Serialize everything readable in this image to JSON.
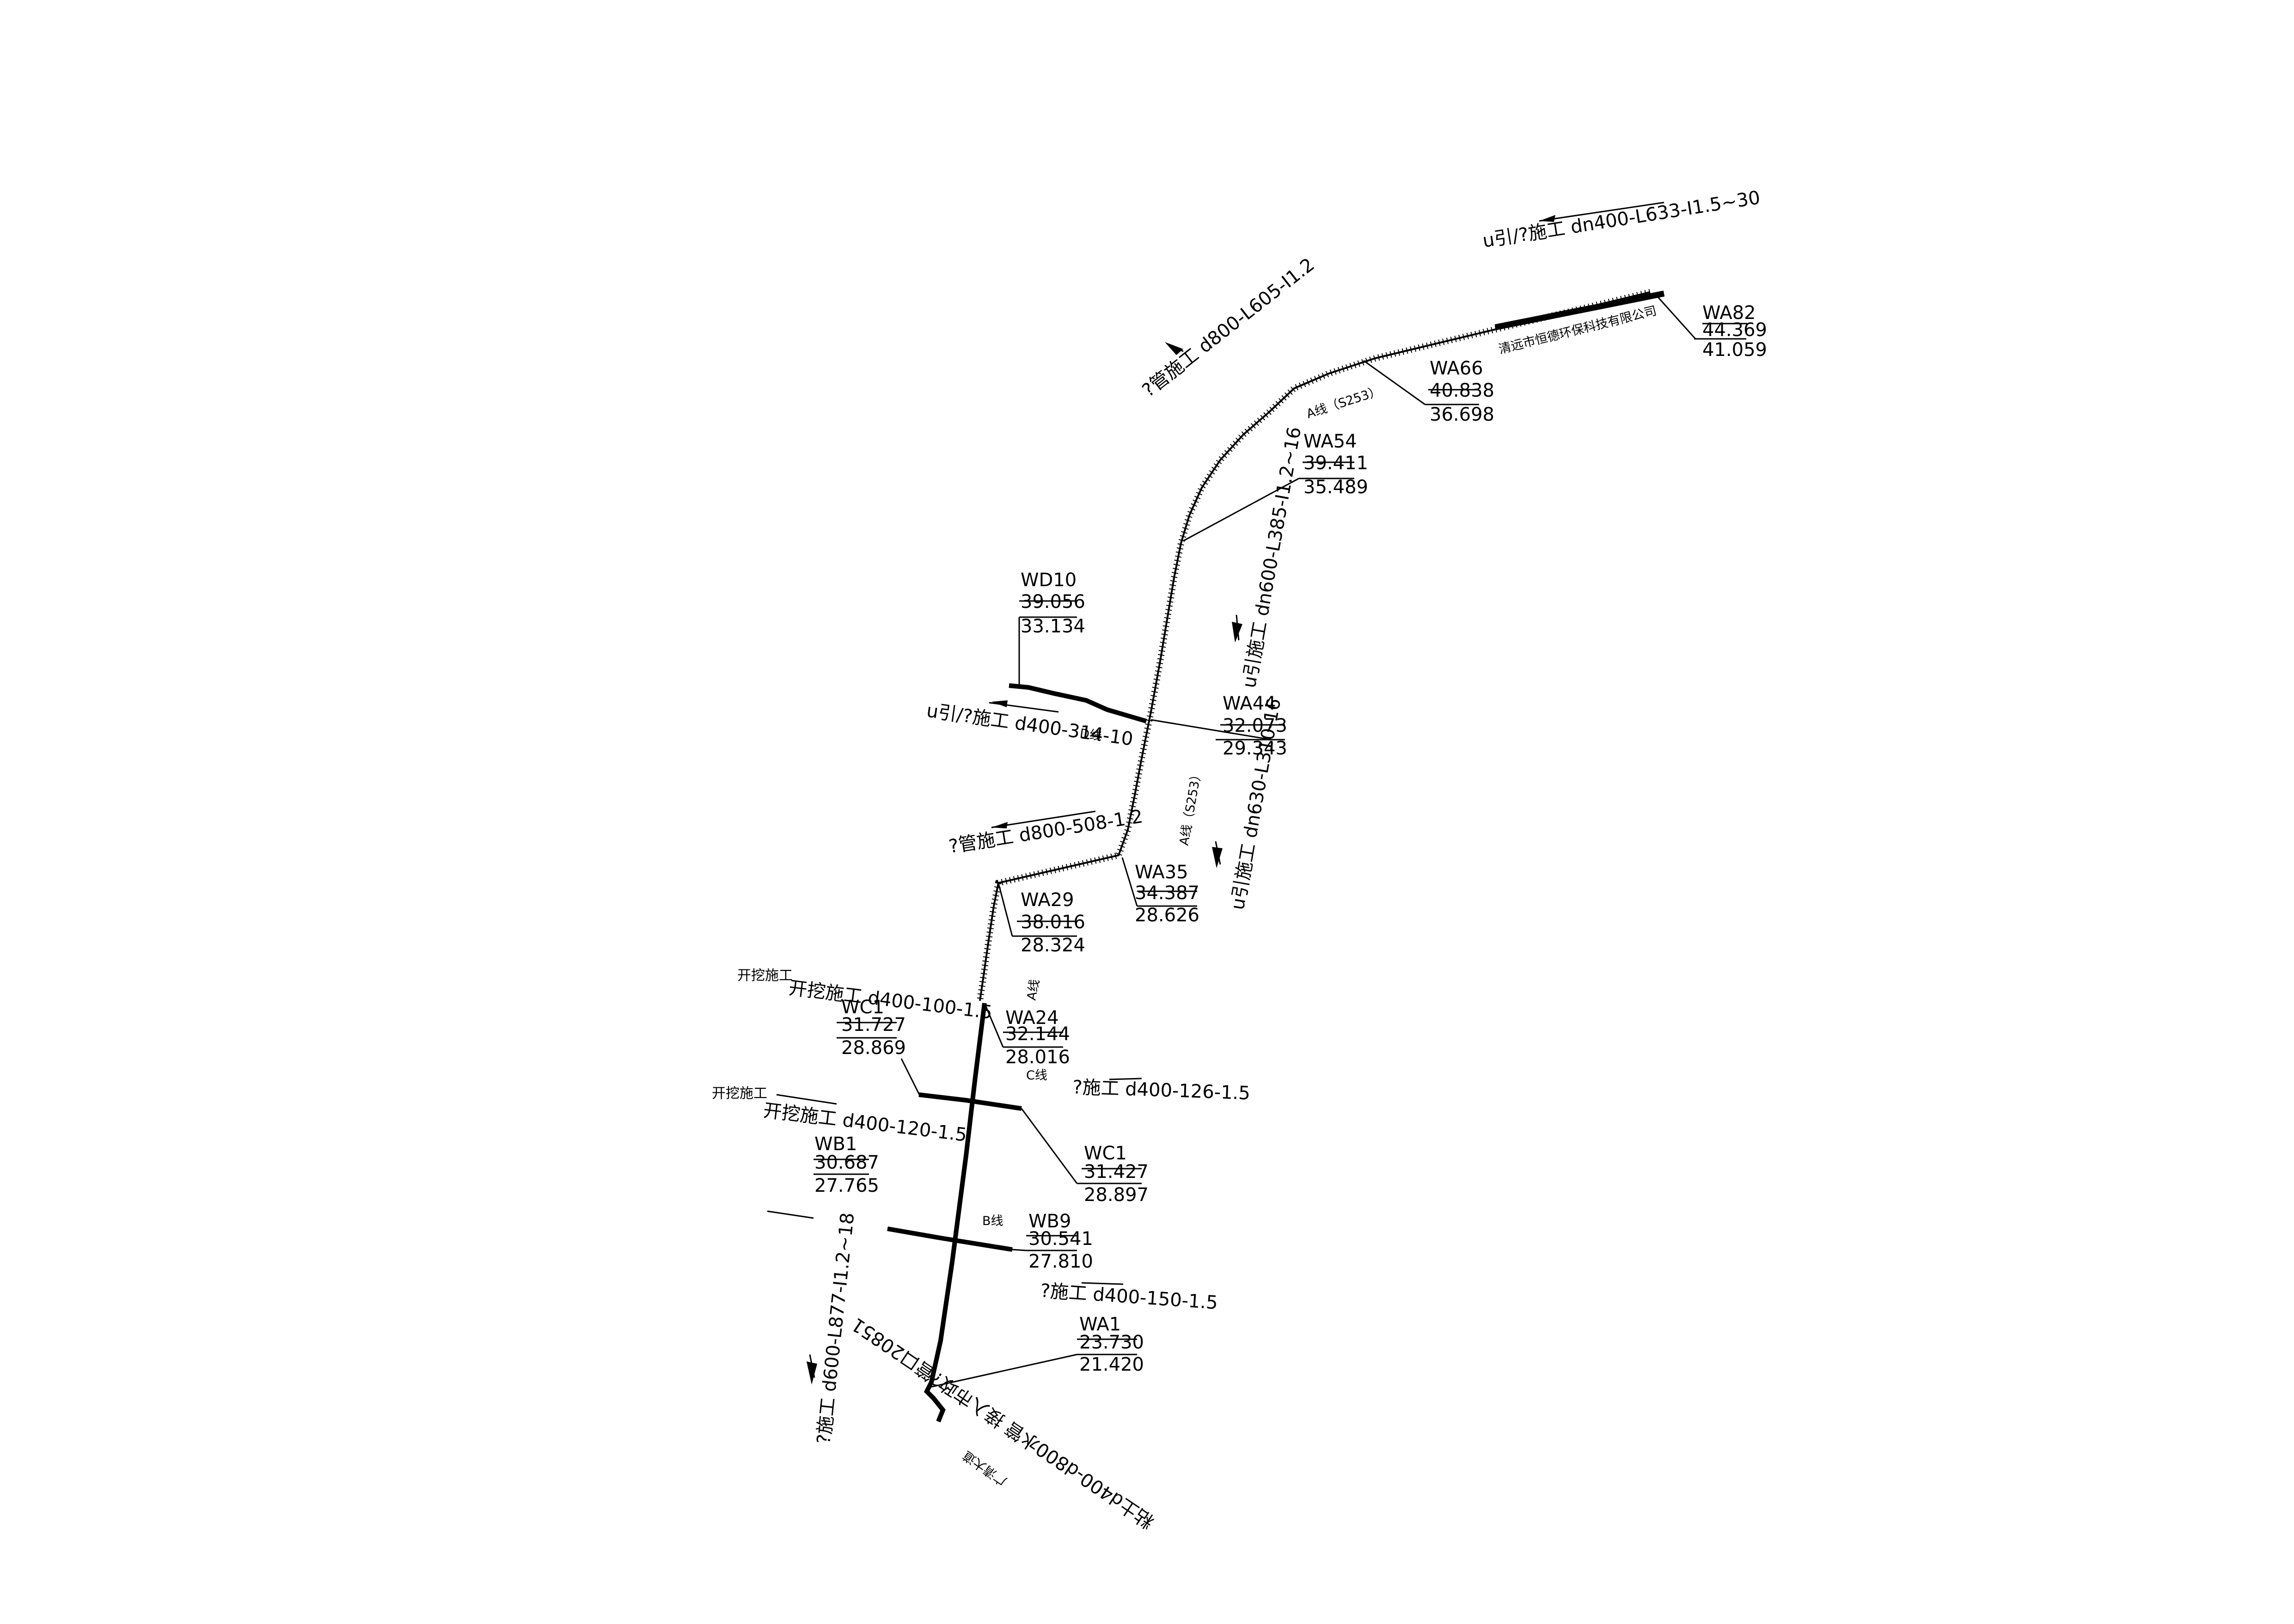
{
  "colors": {
    "line": "#000000",
    "background": "#ffffff"
  },
  "nodes": {
    "wa82": {
      "id": "WA82",
      "ground": "44.369",
      "invert": "41.059"
    },
    "wa66": {
      "id": "WA66",
      "ground": "40.838",
      "invert": "36.698"
    },
    "wa54": {
      "id": "WA54",
      "ground": "39.411",
      "invert": "35.489"
    },
    "wd10": {
      "id": "WD10",
      "ground": "39.056",
      "invert": "33.134"
    },
    "wa44": {
      "id": "WA44",
      "ground": "32.073",
      "invert": "29.343"
    },
    "wa35": {
      "id": "WA35",
      "ground": "34.387",
      "invert": "28.626"
    },
    "wa29": {
      "id": "WA29",
      "ground": "38.016",
      "invert": "28.324"
    },
    "wc1_upper": {
      "id": "WC1",
      "ground": "31.727",
      "invert": "28.869"
    },
    "wa24": {
      "id": "WA24",
      "ground": "32.144",
      "invert": "28.016"
    },
    "wb1": {
      "id": "WB1",
      "ground": "30.687",
      "invert": "27.765"
    },
    "wc1": {
      "id": "WC1",
      "ground": "31.427",
      "invert": "28.897"
    },
    "wb9": {
      "id": "WB9",
      "ground": "30.541",
      "invert": "27.810"
    },
    "wa1": {
      "id": "WA1",
      "ground": "23.730",
      "invert": "21.420"
    }
  },
  "segments": {
    "top": "u引/?施工 dn400-L633-I1.5~30",
    "d800_upper": "?管施工 d800-L605-I1.2",
    "dn600": "u引施工 dn600-L385-I1.2~16",
    "d400_314": "u引/?施工 d400-314-10",
    "d800_508": "?管施工 d800-508-1.2",
    "dn630": "u引施工 dn630-L310-16",
    "d400_100": "开挖施工 d400-100-1.5",
    "d400_126": "?施工 d400-126-1.5",
    "d400_120": "开挖施工 d400-120-1.5",
    "d400_150": "?施工 d400-150-1.5",
    "d600": "?施工 d600-L877-I1.2~18",
    "outlet": "粘土d400-d800水管 接入市政?管口20851"
  },
  "lines": {
    "a_s253_upper": "A线（S253）",
    "a_s253_lower": "A线（S253）",
    "a": "A线",
    "c": "C线",
    "b": "B线",
    "d": "D线"
  },
  "company": "清远市恒德环保科技有限公司",
  "plant": "广清大道"
}
